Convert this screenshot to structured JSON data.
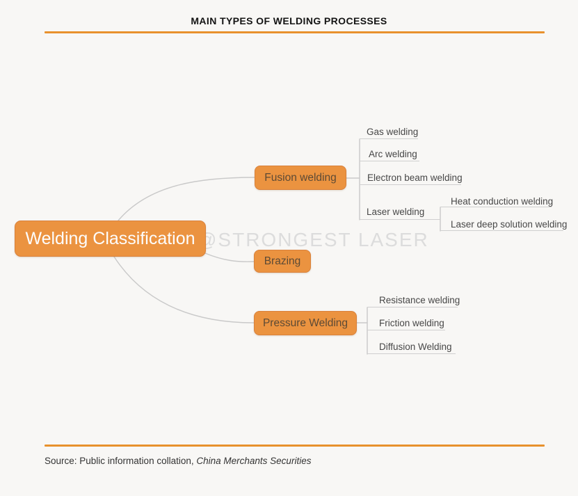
{
  "header": {
    "title": "MAIN TYPES OF WELDING PROCESSES"
  },
  "watermark": "@STRONGEST LASER",
  "footer": {
    "source_prefix": "Source: Public information collation, ",
    "source_name": "China Merchants Securities"
  },
  "colors": {
    "accent_orange": "#E8912D",
    "node_fill": "#EB9340",
    "node_border": "#D9813B",
    "root_text": "#FDFDFD",
    "branch_text": "#5C4A35",
    "leaf_text": "#474747",
    "connector_gray": "#C9C9C9",
    "watermark_gray": "#DCDCDC",
    "background": "#F8F7F5"
  },
  "mindmap": {
    "root": {
      "label": "Welding Classification"
    },
    "branches": [
      {
        "label": "Fusion welding",
        "children": [
          {
            "label": "Gas welding"
          },
          {
            "label": "Arc welding"
          },
          {
            "label": "Electron beam welding"
          },
          {
            "label": "Laser welding",
            "children": [
              {
                "label": "Heat conduction welding"
              },
              {
                "label": "Laser deep solution welding"
              }
            ]
          }
        ]
      },
      {
        "label": "Brazing"
      },
      {
        "label": "Pressure Welding",
        "children": [
          {
            "label": "Resistance welding"
          },
          {
            "label": "Friction welding"
          },
          {
            "label": "Diffusion Welding"
          }
        ]
      }
    ]
  }
}
